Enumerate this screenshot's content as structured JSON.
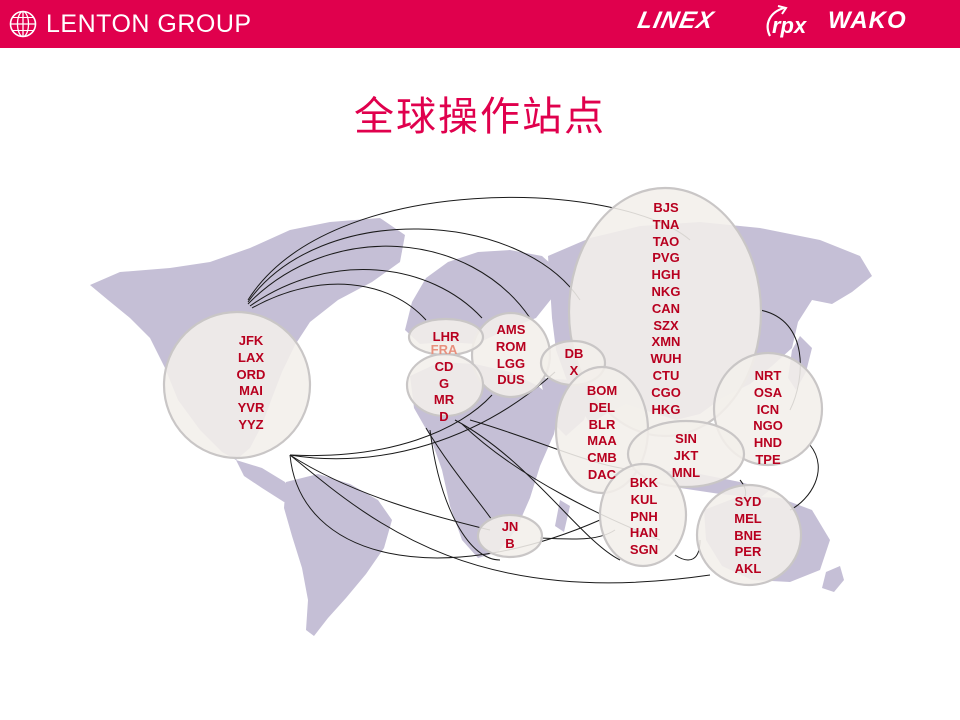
{
  "header": {
    "company": "LENTON GROUP",
    "brands": [
      "LINEX",
      "rpx",
      "WAKO"
    ],
    "background": "#e0004d"
  },
  "title": "全球操作站点",
  "hubs": {
    "americas": [
      "JFK",
      "LAX",
      "ORD",
      "MAI",
      "YVR",
      "YYZ"
    ],
    "london": [
      "LHR"
    ],
    "europe_west": [
      "FRA",
      "CD",
      "G",
      "MR",
      "D"
    ],
    "europe_central": [
      "AMS",
      "ROM",
      "LGG",
      "DUS"
    ],
    "dubai": [
      "DB",
      "X"
    ],
    "china": [
      "BJS",
      "TNA",
      "TAO",
      "PVG",
      "HGH",
      "NKG",
      "CAN",
      "SZX",
      "XMN",
      "WUH",
      "CTU",
      "CGO",
      "HKG"
    ],
    "india": [
      "BOM",
      "DEL",
      "BLR",
      "MAA",
      "CMB",
      "DAC"
    ],
    "sea_islands": [
      "SIN",
      "JKT",
      "MNL"
    ],
    "indochina": [
      "BKK",
      "KUL",
      "PNH",
      "HAN",
      "SGN"
    ],
    "east_asia": [
      "NRT",
      "OSA",
      "ICN",
      "NGO",
      "HND",
      "TPE"
    ],
    "oceania": [
      "SYD",
      "MEL",
      "BNE",
      "PER",
      "AKL"
    ],
    "south_africa": [
      "JN",
      "B"
    ]
  },
  "colors": {
    "accent": "#e0004d",
    "code_text": "#b8001f",
    "highlight_code": "#e8907d",
    "continent": "#c5bfd6",
    "bubble_fill": "#f2efea",
    "bubble_stroke": "#c9c6c6"
  }
}
